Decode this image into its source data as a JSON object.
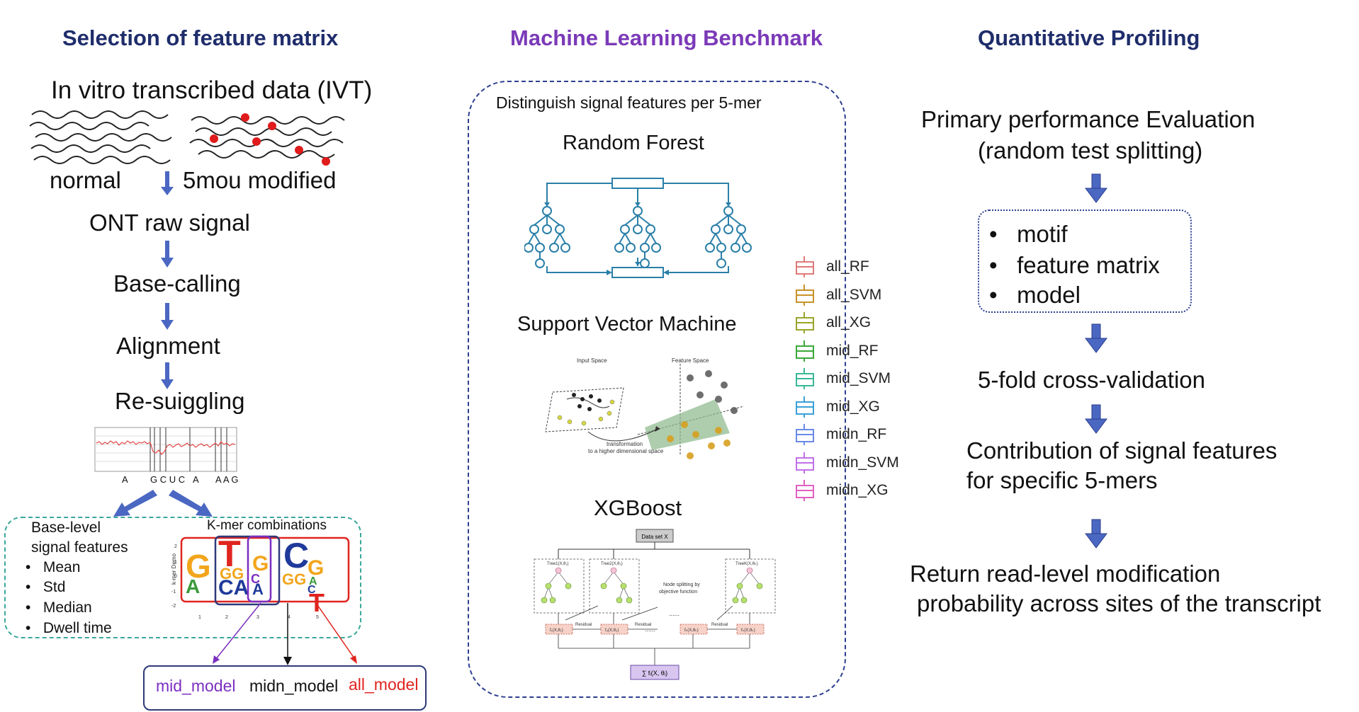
{
  "headers": {
    "left": "Selection of feature matrix",
    "middle": "Machine Learning Benchmark",
    "right": "Quantitative Profiling"
  },
  "colors": {
    "header_navy": "#1f2d6b",
    "header_purple": "#7b3ab8",
    "arrow_blue": "#4a67c2",
    "dashed_teal": "#3aa89a",
    "dashed_navy": "#2e3f8f",
    "model_box": "#2e3a7a",
    "mid_model": "#7b2fc0",
    "all_model": "#e0241f",
    "modified_dot": "#e01b1b"
  },
  "left": {
    "ivt_title": "In vitro transcribed data (IVT)",
    "normal_label": "normal",
    "modified_label": "5mou modified",
    "steps": [
      "ONT raw signal",
      "Base-calling",
      "Alignment",
      "Re-suiggling"
    ],
    "signal_bases": [
      "A",
      "G C U C",
      "A",
      "A A G"
    ],
    "base_level_title": [
      "Base-level",
      "signal features"
    ],
    "base_features": [
      "Mean",
      "Std",
      "Median",
      "Dwell time"
    ],
    "kmer_title": "K-mer combinations",
    "kmer_axis_label": "k-mer Demo",
    "kmer_ticks": [
      "1",
      "2",
      "3",
      "4",
      "5"
    ],
    "models": {
      "mid": "mid_model",
      "midn": "midn_model",
      "all": "all_model"
    }
  },
  "middle": {
    "box_title": "Distinguish signal features per 5-mer",
    "rf_title": "Random Forest",
    "svm_title": "Support Vector Machine",
    "svm_input_space": "Input Space",
    "svm_feature_space": "Feature Space",
    "svm_transformation": [
      "transformation",
      "to a higher dimensional space"
    ],
    "xgb_title": "XGBoost",
    "xgb_dataset": "Data set  X",
    "xgb_node_split": [
      "Node splitting by",
      "objective function"
    ],
    "xgb_residual": "Residual",
    "xgb_sum": "∑ fᵢ(X, θᵢ)"
  },
  "legend": [
    {
      "label": "all_RF",
      "color": "#e07a7a"
    },
    {
      "label": "all_SVM",
      "color": "#c8922a"
    },
    {
      "label": "all_XG",
      "color": "#9aa52a"
    },
    {
      "label": "mid_RF",
      "color": "#3aa83a"
    },
    {
      "label": "mid_SVM",
      "color": "#3ab898"
    },
    {
      "label": "mid_XG",
      "color": "#3aa0d8"
    },
    {
      "label": "midn_RF",
      "color": "#6a8ae8"
    },
    {
      "label": "midn_SVM",
      "color": "#c070e8"
    },
    {
      "label": "midn_XG",
      "color": "#e060c0"
    }
  ],
  "right": {
    "primary": [
      "Primary performance Evaluation",
      "(random test splitting)"
    ],
    "bullets": [
      "motif",
      "feature matrix",
      "model"
    ],
    "cv": "5-fold cross-validation",
    "contribution": [
      "Contribution of signal features",
      "for specific 5-mers"
    ],
    "return": [
      "Return read-level modification",
      "probability across sites of the transcript"
    ]
  }
}
